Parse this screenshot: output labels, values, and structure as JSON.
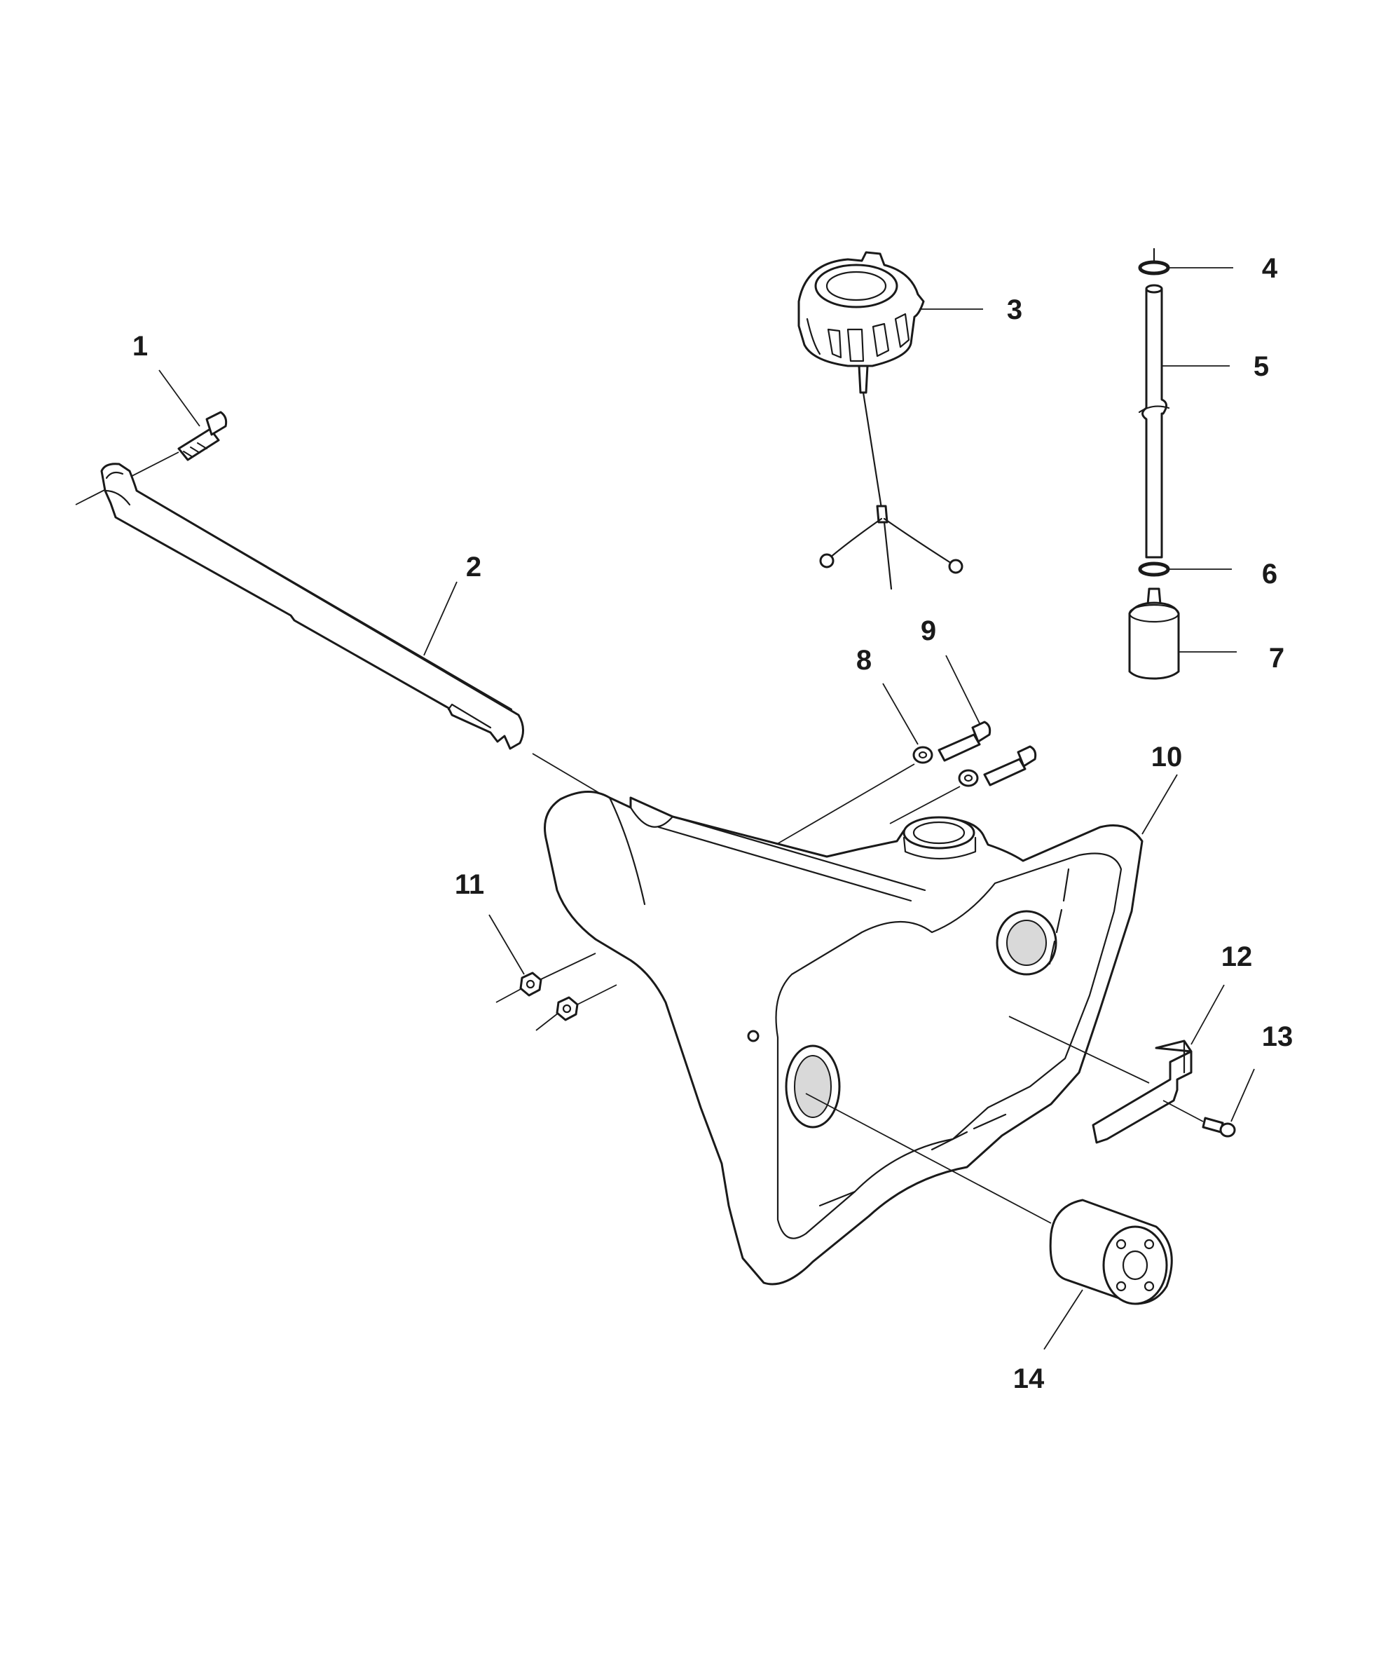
{
  "diagram": {
    "colors": {
      "line": "#1a1a1a",
      "background": "#ffffff",
      "shade": "#d9d9d9"
    },
    "callouts": [
      {
        "id": "1",
        "label": "1"
      },
      {
        "id": "2",
        "label": "2"
      },
      {
        "id": "3",
        "label": "3"
      },
      {
        "id": "4",
        "label": "4"
      },
      {
        "id": "5",
        "label": "5"
      },
      {
        "id": "6",
        "label": "6"
      },
      {
        "id": "7",
        "label": "7"
      },
      {
        "id": "8",
        "label": "8"
      },
      {
        "id": "9",
        "label": "9"
      },
      {
        "id": "10",
        "label": "10"
      },
      {
        "id": "11",
        "label": "11"
      },
      {
        "id": "12",
        "label": "12"
      },
      {
        "id": "13",
        "label": "13"
      },
      {
        "id": "14",
        "label": "14"
      }
    ]
  }
}
